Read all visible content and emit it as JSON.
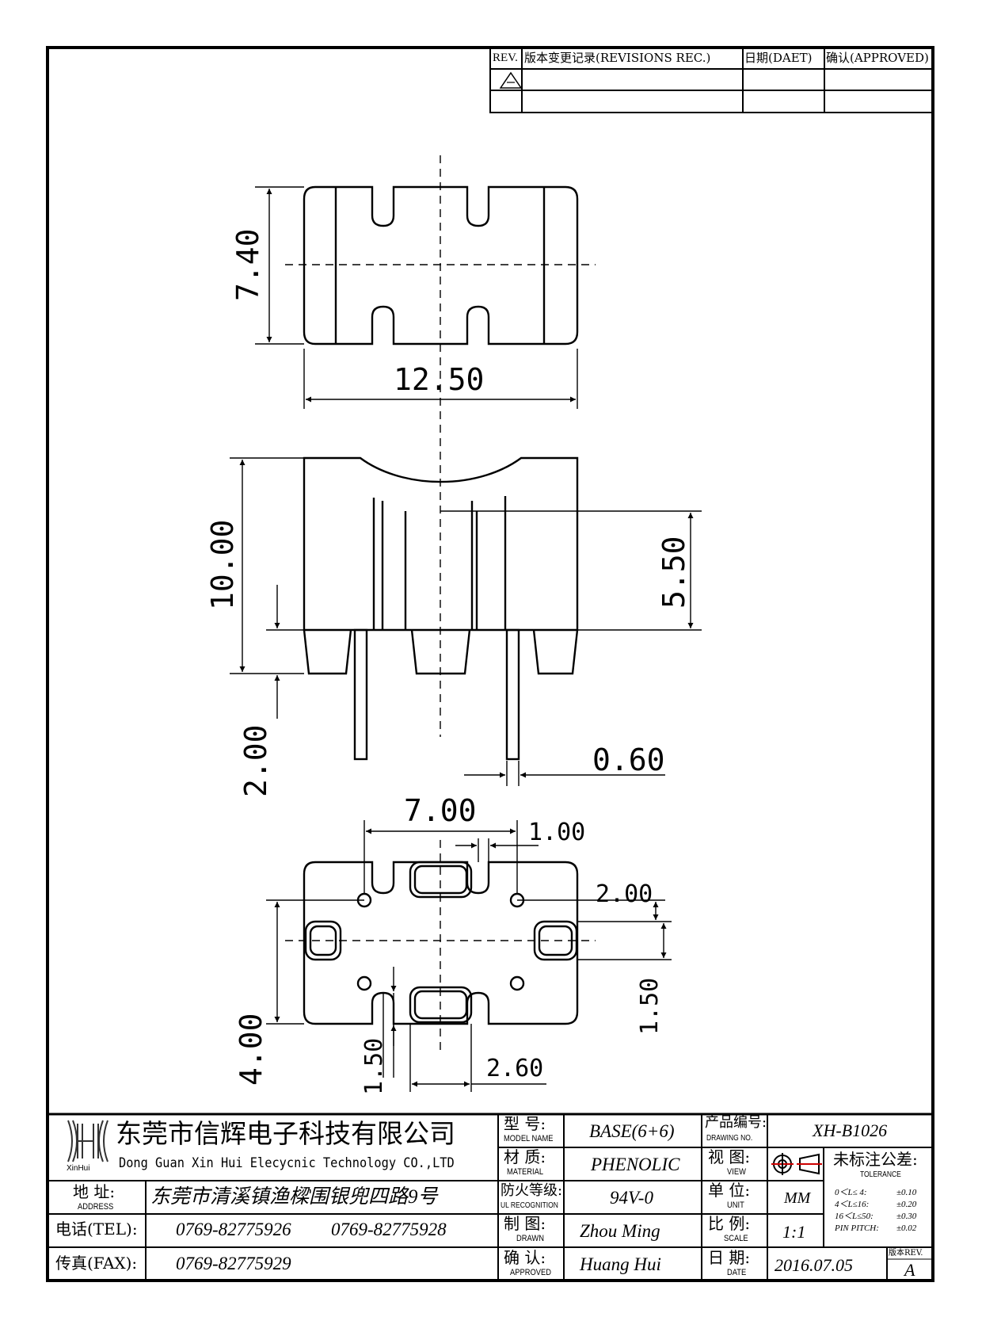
{
  "revision_table": {
    "headers": [
      "REV.",
      "版本变更记录(REVISIONS REC.)",
      "日期(DAET)",
      "确认(APPROVED)"
    ]
  },
  "dimensions": {
    "top_height": "7.40",
    "top_width": "12.50",
    "side_height": "10.00",
    "side_slot": "5.50",
    "pin_length": "2.00",
    "pin_width": "0.60",
    "bottom_pitch": "7.00",
    "bottom_hole": "1.00",
    "bottom_right_pitch": "2.00",
    "bottom_right_slot": "1.50",
    "bottom_height": "4.00",
    "bottom_left_slot": "1.50",
    "bottom_slot_width": "2.60"
  },
  "company": {
    "logo_text": "XinHui",
    "name_cn": "东莞市信辉电子科技有限公司",
    "name_en": "Dong Guan Xin Hui Elecycnic Technology CO.,LTD"
  },
  "address": {
    "label": "地  址:",
    "label_en": "ADDRESS",
    "value": "东莞市清溪镇渔樑围银兜四路9号"
  },
  "tel": {
    "label": "电话(TEL):",
    "value1": "0769-82775926",
    "value2": "0769-82775928"
  },
  "fax": {
    "label": "传真(FAX):",
    "value": "0769-82775929"
  },
  "fields": {
    "model_label": "型  号:",
    "model_label_en": "MODEL NAME",
    "model": "BASE(6+6)",
    "material_label": "材  质:",
    "material_label_en": "MATERIAL",
    "material": "PHENOLIC",
    "fire_label": "防火等级:",
    "fire_label_en": "UL RECOGNITION",
    "fire": "94V-0",
    "drawn_label": "制  图:",
    "drawn_label_en": "DRAWN",
    "drawn": "Zhou Ming",
    "approved_label": "确  认:",
    "approved_label_en": "APPROVED",
    "approved": "Huang Hui",
    "drawing_no_label": "产品编号:",
    "drawing_no_label_en": "DRAWING NO.",
    "drawing_no": "XH-B1026",
    "view_label": "视  图:",
    "view_label_en": "VIEW",
    "unit_label": "单  位:",
    "unit_label_en": "UNIT",
    "unit": "MM",
    "scale_label": "比  例:",
    "scale_label_en": "SCALE",
    "scale": "1:1",
    "date_label": "日  期:",
    "date_label_en": "DATE",
    "date": "2016.07.05",
    "rev_label": "版本REV.",
    "rev": "A"
  },
  "tolerance": {
    "title": "未标注公差:",
    "title_en": "TOLERANCE",
    "rows": [
      [
        "0＜L≤ 4:",
        "±0.10"
      ],
      [
        "4＜L≤16:",
        "±0.20"
      ],
      [
        "16＜L≤50:",
        "±0.30"
      ],
      [
        "PIN PITCH:",
        "±0.02"
      ]
    ]
  }
}
